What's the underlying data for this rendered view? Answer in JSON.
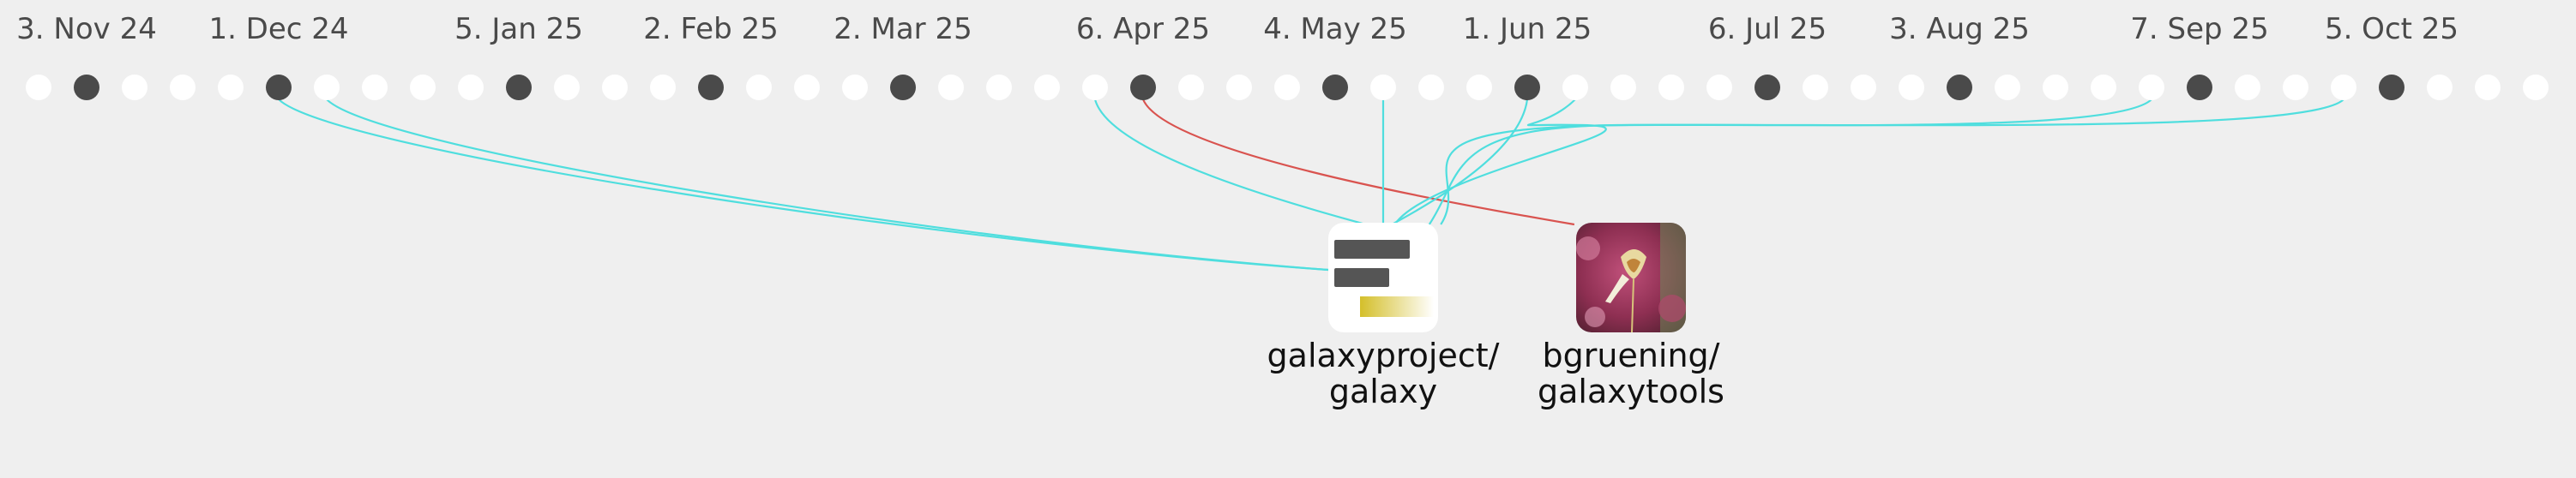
{
  "timeline": {
    "date_labels": [
      "3. Nov 24",
      "1. Dec 24",
      "5. Jan 25",
      "2. Feb 25",
      "2. Mar 25",
      "6. Apr 25",
      "4. May 25",
      "1. Jun 25",
      "6. Jul 25",
      "3. Aug 25",
      "7. Sep 25",
      "5. Oct 25"
    ],
    "week_count": 53,
    "filled_weeks": [
      1,
      5,
      10,
      14,
      18,
      23,
      27,
      31,
      36,
      40,
      45,
      49
    ],
    "filled_color": "#4a4a4a",
    "empty_color": "#ffffff"
  },
  "repos": [
    {
      "owner": "galaxyproject/",
      "name": "galaxy",
      "icon": "galaxy-logo-icon"
    },
    {
      "owner": "bgruening/",
      "name": "galaxytools",
      "icon": "flower-photo-avatar"
    }
  ],
  "links": [
    {
      "week": 5,
      "repo": 0,
      "color": "#4fdede"
    },
    {
      "week": 6,
      "repo": 0,
      "color": "#4fdede"
    },
    {
      "week": 22,
      "repo": 0,
      "color": "#4fdede"
    },
    {
      "week": 23,
      "repo": 1,
      "color": "#d9534f"
    },
    {
      "week": 28,
      "repo": 0,
      "color": "#4fdede"
    },
    {
      "week": 31,
      "repo": 0,
      "color": "#4fdede"
    },
    {
      "week": 32,
      "repo": 0,
      "color": "#4fdede"
    },
    {
      "week": 44,
      "repo": 0,
      "color": "#4fdede"
    },
    {
      "week": 48,
      "repo": 0,
      "color": "#4fdede"
    }
  ]
}
